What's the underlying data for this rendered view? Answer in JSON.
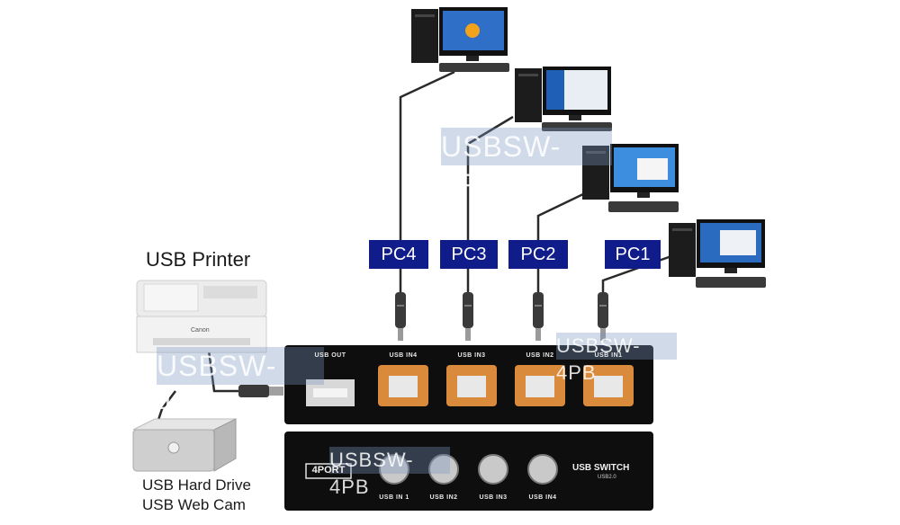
{
  "labels": {
    "printer": "USB Printer",
    "hard_drive": "USB Hard Drive",
    "web_cam": "USB Web Cam"
  },
  "pc_labels": [
    "PC4",
    "PC3",
    "PC2",
    "PC1"
  ],
  "watermark": "USBSW-4PB",
  "switch_top": {
    "ports": [
      "USB OUT",
      "USB IN4",
      "USB IN3",
      "USB IN2",
      "USB IN1"
    ]
  },
  "switch_front": {
    "badge": "4PORT",
    "title": "USB SWITCH",
    "subtitle": "USB2.0",
    "buttons": [
      "USB IN 1",
      "USB IN2",
      "USB IN3",
      "USB IN4"
    ]
  },
  "printer_brand": "Canon",
  "colors": {
    "pc_label_bg": "#101c8a",
    "cable": "#2a2a2a",
    "switch_body": "#0e0e0e",
    "port_orange": "#d98a3a"
  }
}
